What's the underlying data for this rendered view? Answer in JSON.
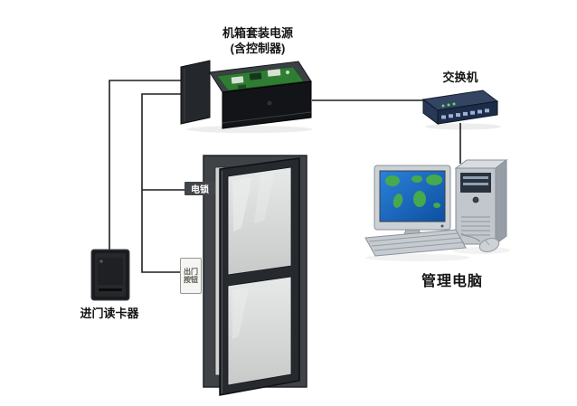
{
  "diagram": {
    "type": "access-control-system-wiring",
    "nodes": {
      "controller": {
        "label_line1": "机箱套装电源",
        "label_line2": "(含控制器)"
      },
      "switch": {
        "label": "交换机"
      },
      "computer": {
        "label": "管理电脑"
      },
      "lock": {
        "label": "电锁"
      },
      "exit_button": {
        "label_line1": "出门",
        "label_line2": "按钮"
      },
      "card_reader": {
        "label": "进门读卡器"
      }
    },
    "colors": {
      "wire": "#1f1f1f",
      "controller_body": "#121417",
      "pcb_green": "#2f7d33",
      "switch_navy": "#1c2c49",
      "screen_blue": "#1668c4",
      "map_land_green": "#47a94d",
      "door_frame": "#3f4347",
      "door_panel": "#26292d",
      "glass_gray": "#d6d8d8",
      "reader_body": "#1a1b1e"
    }
  }
}
